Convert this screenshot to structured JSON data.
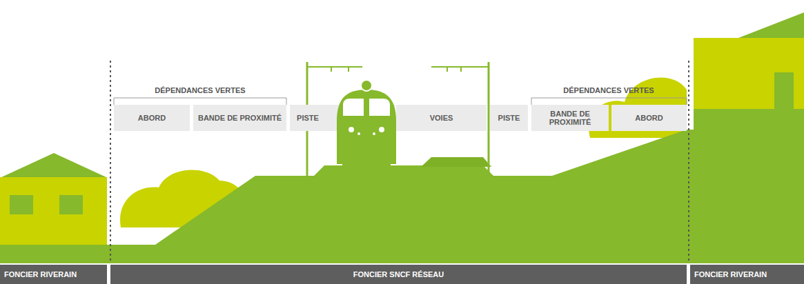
{
  "diagram": {
    "nodes": [
      {
        "text": [
          "ABORD"
        ]
      },
      {
        "text": [
          "BANDE DE PROXIMITÉ"
        ]
      },
      {
        "text": [
          "PISTE"
        ]
      },
      {
        "text": [
          "VOIES"
        ]
      },
      {
        "text": [
          "PISTE"
        ]
      },
      {
        "text": [
          "BANDE DE PROXIMITÉ"
        ]
      },
      {
        "text": [
          "ABORD"
        ]
      },
      {
        "text": [
          "FONCIER RIVERAIN"
        ]
      },
      {
        "text": [
          "FONCIER SNCF RÉSEAU"
        ]
      },
      {
        "text": [
          "FONCIER RIVERAIN"
        ]
      }
    ],
    "labels": [
      "DÉPENDANCES VERTES",
      "DÉPENDANCES VERTES"
    ]
  }
}
